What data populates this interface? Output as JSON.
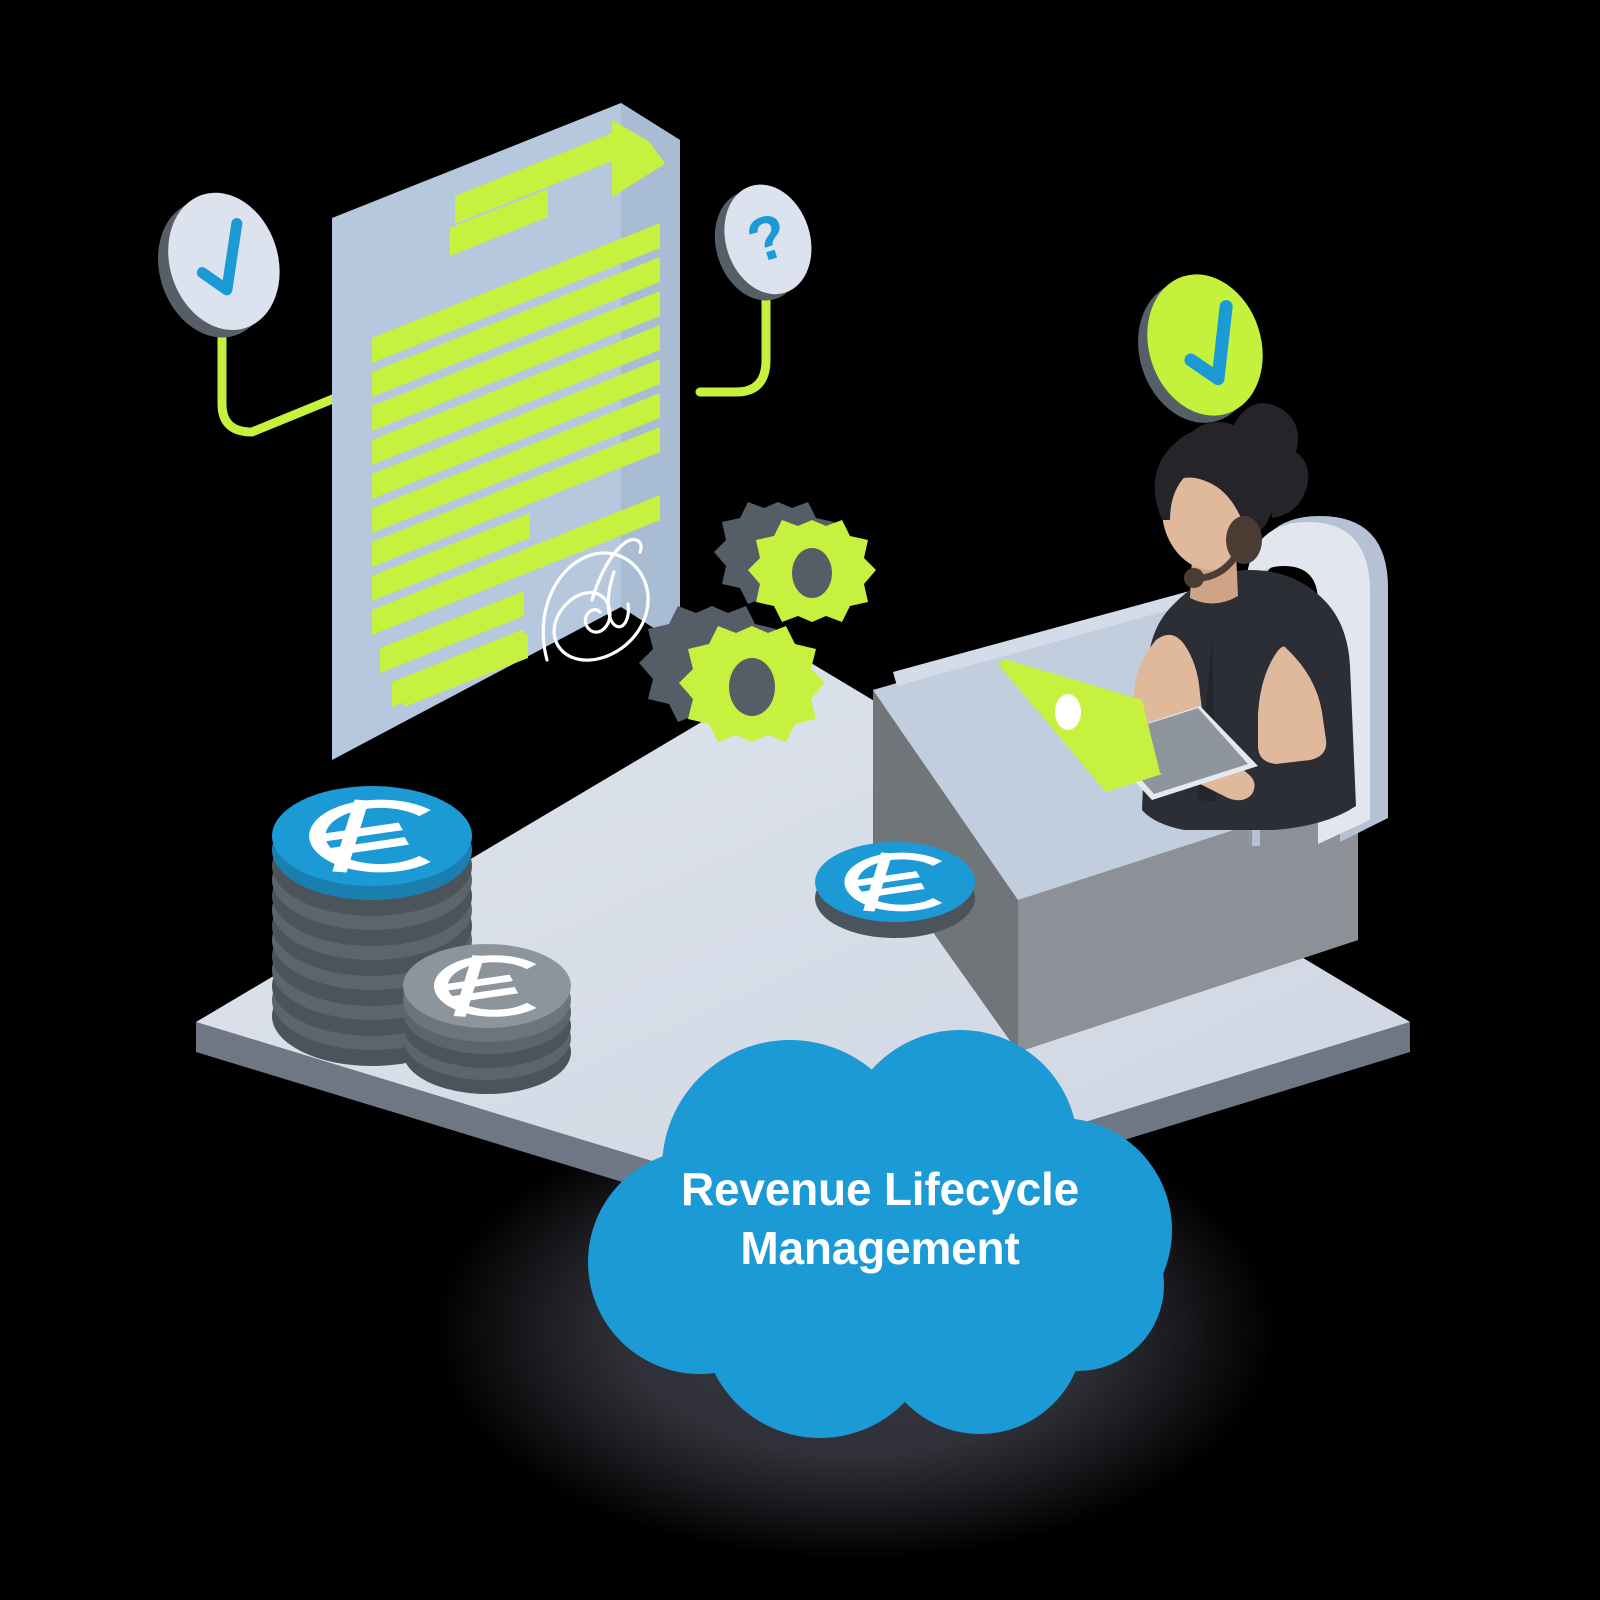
{
  "illustration": {
    "title": "Revenue Lifecycle Management isometric illustration",
    "background_color": "#000000"
  },
  "cloud_badge": {
    "name": "cloud-label",
    "line1": "Revenue Lifecycle",
    "line2": "Management",
    "fill_color": "#1c9ad6",
    "text_color": "#ffffff"
  },
  "status_badges": [
    {
      "name": "check-badge-left",
      "symbol": "✓",
      "face_color": "#dde3ee",
      "rim_color": "#565e68",
      "symbol_color": "#1c9ad6"
    },
    {
      "name": "question-badge",
      "symbol": "?",
      "face_color": "#dde3ee",
      "rim_color": "#565e68",
      "symbol_color": "#1c9ad6"
    },
    {
      "name": "check-badge-green",
      "symbol": "✓",
      "face_color": "#c4f23c",
      "rim_color": "#565e68",
      "symbol_color": "#1c9ad6"
    }
  ],
  "document": {
    "name": "signed-contract-document",
    "page_color": "#b6c8de",
    "side_color": "#9fb4cd",
    "text_line_color": "#c6f13f",
    "corner_marker_color": "#c6f13f",
    "signature_color": "#ffffff",
    "text_line_count": 14
  },
  "connectors": {
    "name": "badge-connector-lines",
    "color": "#c6f13f",
    "count": 2
  },
  "gears": {
    "name": "gear-cluster",
    "count": 2,
    "face_color": "#c6f13f",
    "shadow_color": "#555d66"
  },
  "coins": [
    {
      "name": "coin-stack-tall",
      "top_face_color": "#1c9ad6",
      "body_color": "#4c545b",
      "symbol": "€",
      "symbol_color": "#ffffff",
      "layers": 5
    },
    {
      "name": "coin-stack-short",
      "top_face_color": "#8d959c",
      "body_color": "#5a626a",
      "symbol": "€",
      "symbol_color": "#ffffff",
      "layers": 3
    },
    {
      "name": "coin-single-desk",
      "top_face_color": "#1c9ad6",
      "body_color": "#4c545b",
      "symbol": "€",
      "symbol_color": "#ffffff",
      "layers": 1
    }
  ],
  "desk": {
    "name": "reception-desk",
    "top_color": "#c2cedd",
    "left_face_color": "#6f7579",
    "right_face_color": "#8b9197",
    "counter_top_color": "#c2cedd"
  },
  "laptop": {
    "name": "laptop",
    "lid_color": "#c6f13f",
    "logo_color": "#ffffff",
    "base_color": "#d6dce4",
    "keyboard_color": "#8e959c"
  },
  "agent": {
    "name": "support-agent",
    "skin_color": "#e0b89c",
    "hair_color": "#262428",
    "shirt_color": "#2b2e35",
    "headset_color": "#4a3c32",
    "chair_back_color": "#e2e6ee",
    "chair_side_color": "#b6c2d4"
  },
  "platform": {
    "name": "isometric-platform",
    "top_color": "#d9dfe9",
    "edge_color": "#6e7783",
    "shadow_color": "#3a3b44"
  }
}
